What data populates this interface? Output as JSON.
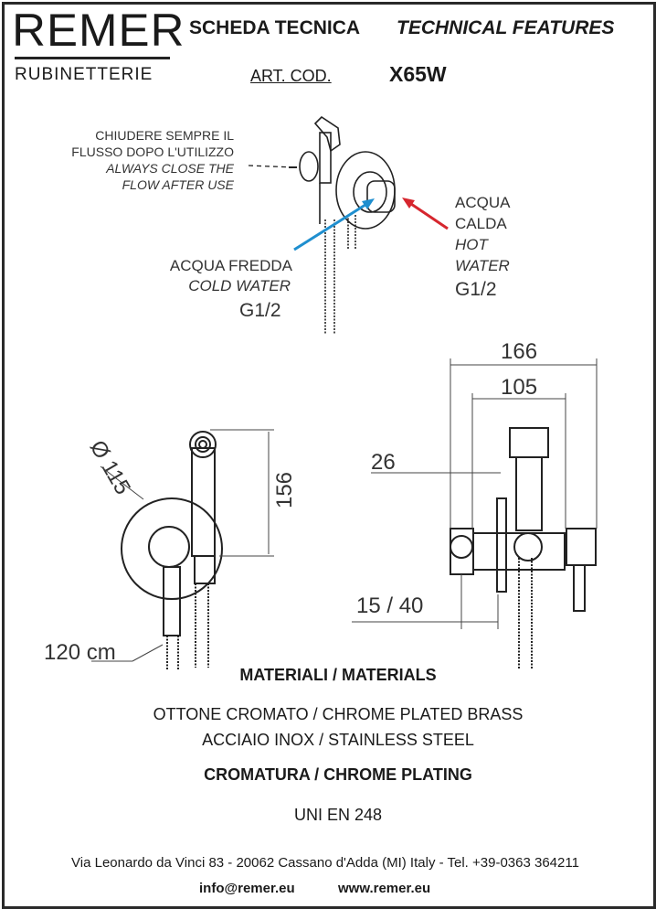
{
  "header": {
    "brand": "REMER",
    "brand_sub": "RUBINETTERIE",
    "title_it": "SCHEDA TECNICA",
    "title_en": "TECHNICAL FEATURES",
    "art_cod_label": "ART. COD.",
    "art_code": "X65W"
  },
  "notes": {
    "close_it_1": "CHIUDERE SEMPRE IL",
    "close_it_2": "FLUSSO DOPO L'UTILIZZO",
    "close_en_1": "ALWAYS CLOSE THE",
    "close_en_2": "FLOW AFTER  USE",
    "cold_it": "ACQUA FREDDA",
    "cold_en": "COLD WATER",
    "cold_thread": "G1/2",
    "hot_it_1": "ACQUA",
    "hot_it_2": "CALDA",
    "hot_en_1": "HOT",
    "hot_en_2": "WATER",
    "hot_thread": "G1/2",
    "cold_color": "#1f8fcf",
    "hot_color": "#d6262e"
  },
  "dimensions": {
    "diameter": "Ø 115",
    "height": "156",
    "hose": "120 cm",
    "width_total": "166",
    "width_body": "105",
    "offset": "26",
    "adjust": "15 / 40"
  },
  "materials": {
    "heading": "MATERIALI / MATERIALS",
    "line1": "OTTONE CROMATO / CHROME PLATED BRASS",
    "line2": "ACCIAIO INOX / STAINLESS STEEL",
    "finish": "CROMATURA / CHROME PLATING",
    "standard": "UNI EN 248"
  },
  "footer": {
    "address": "Via Leonardo da Vinci 83 - 20062 Cassano d'Adda (MI) Italy - Tel. +39-0363 364211",
    "email": "info@remer.eu",
    "web": "www.remer.eu"
  }
}
